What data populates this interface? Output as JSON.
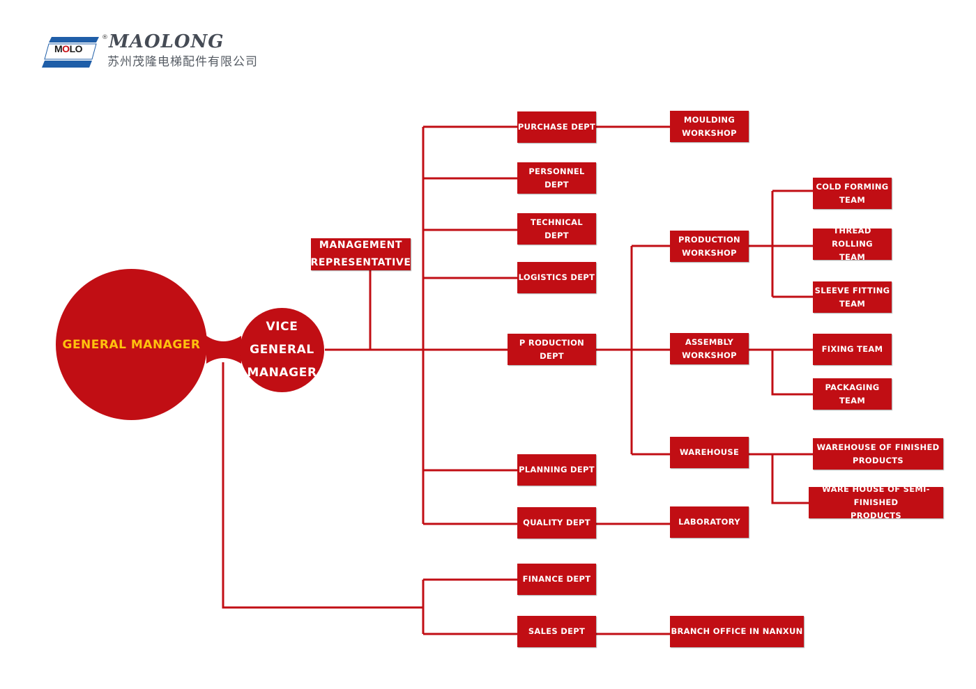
{
  "logo": {
    "mark_text_pre": "M",
    "mark_text_o": "O",
    "mark_text_post": "LO",
    "reg_symbol": "®",
    "brand": "MAOLONG",
    "chinese_name": "苏州茂隆电梯配件有限公司"
  },
  "colors": {
    "accent": "#c10e14",
    "gm_text": "#ffc20e",
    "logo_blue": "#1f5ea8"
  },
  "nodes": {
    "general_manager": "GENERAL MANAGER",
    "vice_general_manager": "VICE\nGENERAL\nMANAGER",
    "management_representative": "MANAGEMENT\nREPRESENTATIVE",
    "purchase_dept": "PURCHASE DEPT",
    "moulding_workshop": "MOULDING\nWORKSHOP",
    "personnel_dept": "PERSONNEL DEPT",
    "technical_dept": "TECHNICAL DEPT",
    "logistics_dept": "LOGISTICS DEPT",
    "production_dept": "P RODUCTION DEPT",
    "production_workshop": "PRODUCTION\nWORKSHOP",
    "cold_forming_team": "COLD FORMING\nTEAM",
    "thread_rolling_team": "THREAD ROLLING\nTEAM",
    "sleeve_fitting_team": "SLEEVE FITTING\nTEAM",
    "assembly_workshop": "ASSEMBLY\nWORKSHOP",
    "fixing_team": "FIXING TEAM",
    "packaging_team": "PACKAGING TEAM",
    "warehouse": "WAREHOUSE",
    "warehouse_finished": "WAREHOUSE OF FINISHED\nPRODUCTS",
    "warehouse_semi_finished": "WARE HOUSE OF SEMI- FINISHED\nPRODUCTS",
    "planning_dept": "PLANNING DEPT",
    "quality_dept": "QUALITY DEPT",
    "laboratory": "LABORATORY",
    "finance_dept": "FINANCE DEPT",
    "sales_dept": "SALES DEPT",
    "branch_office": "BRANCH OFFICE IN NANXUN"
  }
}
